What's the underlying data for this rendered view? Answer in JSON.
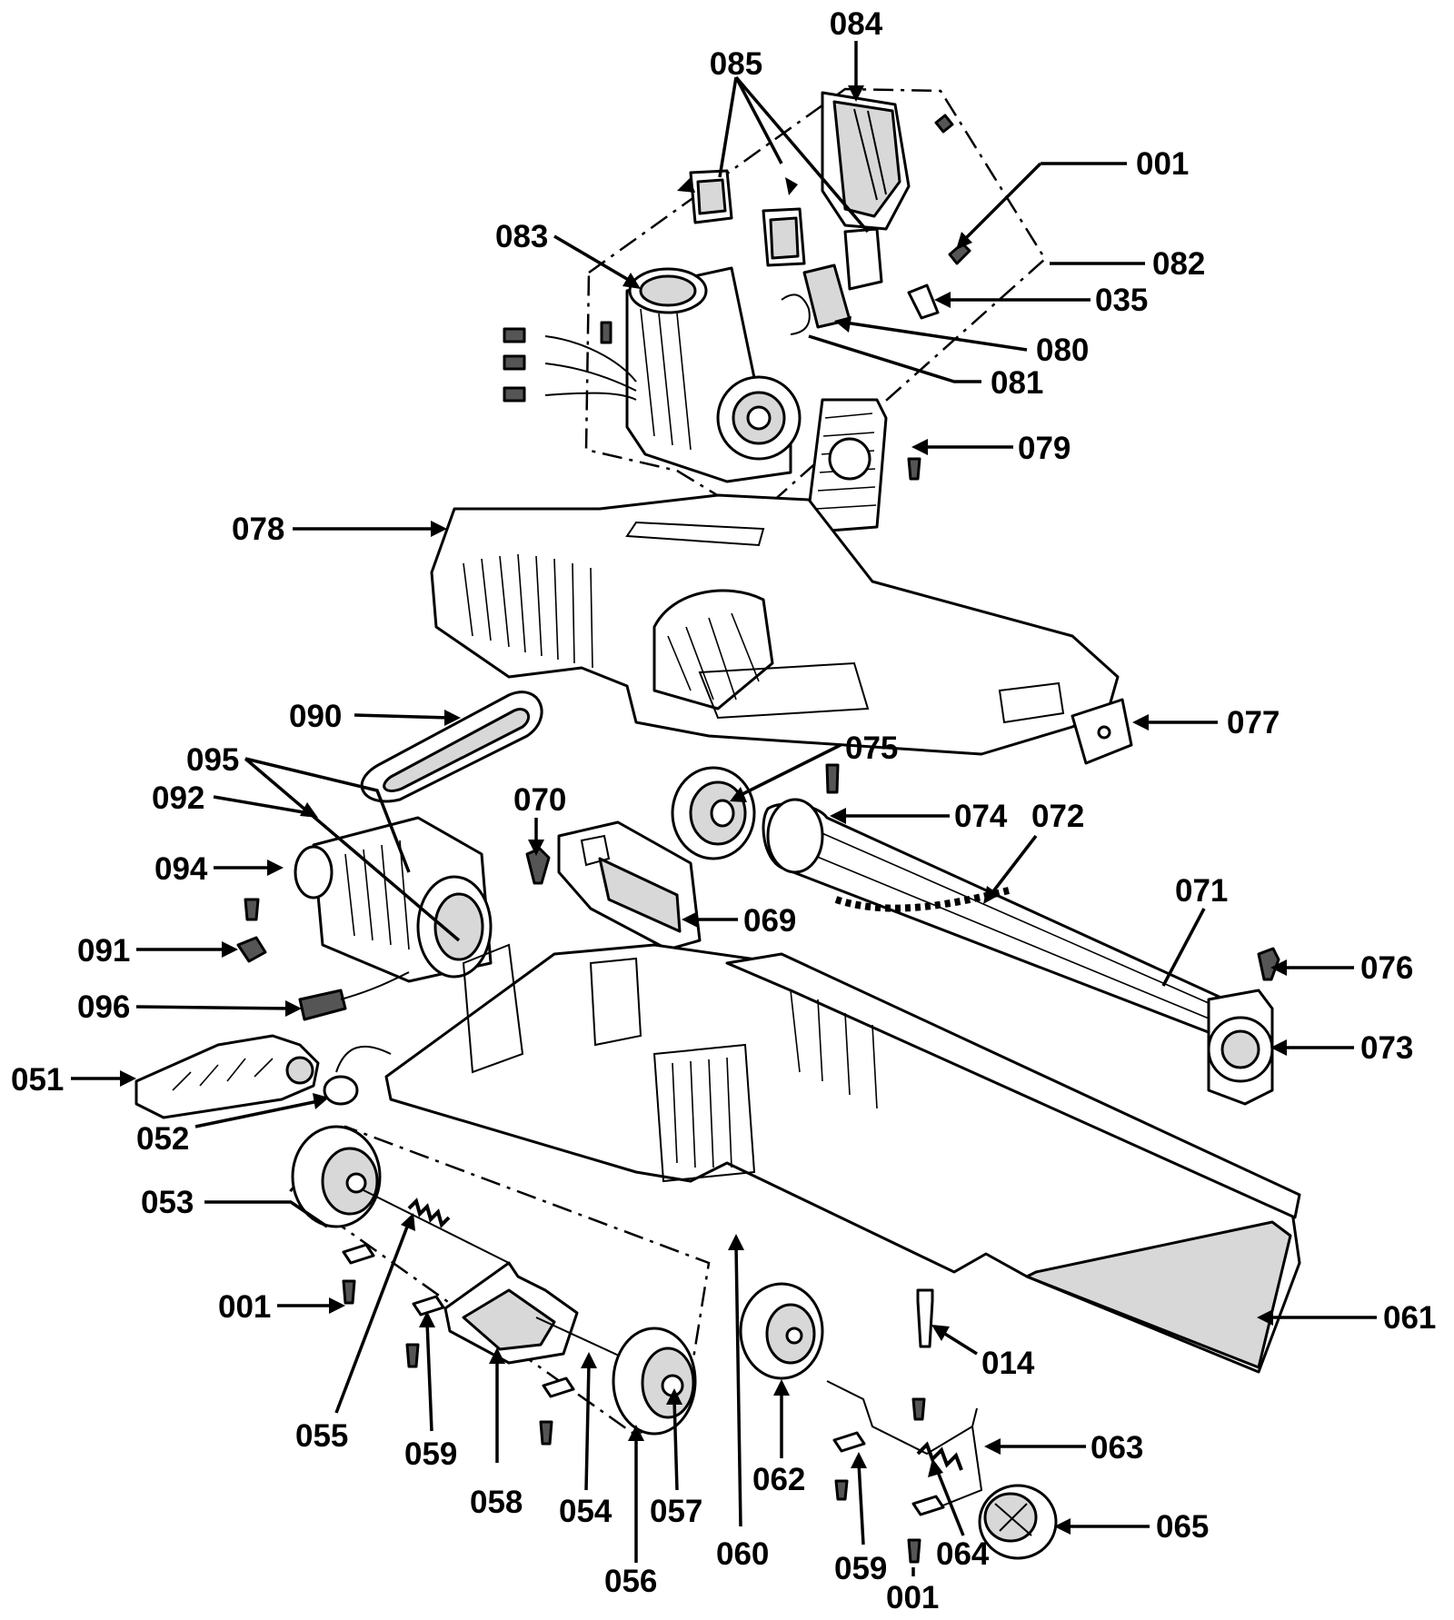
{
  "labels": {
    "l001a": "001",
    "l001b": "001",
    "l001c": "001",
    "l014": "014",
    "l035": "035",
    "l051": "051",
    "l052": "052",
    "l053": "053",
    "l054": "054",
    "l055": "055",
    "l056": "056",
    "l057": "057",
    "l058": "058",
    "l059a": "059",
    "l059b": "059",
    "l060": "060",
    "l061": "061",
    "l062": "062",
    "l063": "063",
    "l064": "064",
    "l065": "065",
    "l069": "069",
    "l070": "070",
    "l071": "071",
    "l072": "072",
    "l073": "073",
    "l074": "074",
    "l075": "075",
    "l076": "076",
    "l077": "077",
    "l078": "078",
    "l079": "079",
    "l080": "080",
    "l081": "081",
    "l082": "082",
    "l083": "083",
    "l084": "084",
    "l085": "085",
    "l090": "090",
    "l091": "091",
    "l092": "092",
    "l094": "094",
    "l095": "095",
    "l096": "096"
  }
}
